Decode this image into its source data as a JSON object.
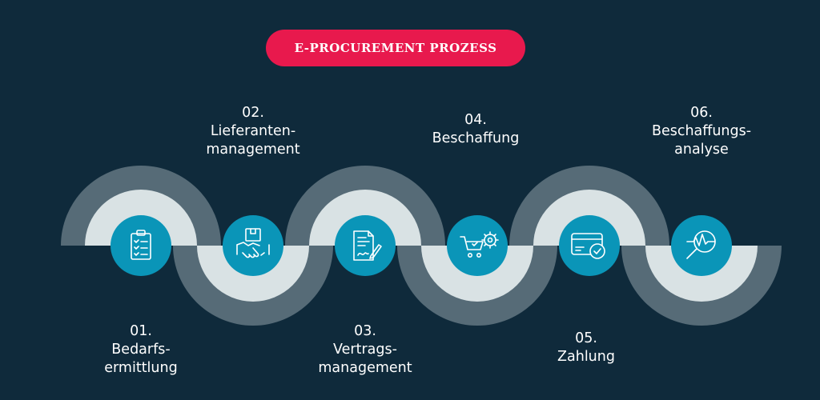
{
  "title": "E-PROCUREMENT PROZESS",
  "colors": {
    "background": "#0f2a3b",
    "accent": "#e8194d",
    "outer_ring": "#566b77",
    "inner_ring": "#d9e2e4",
    "icon_circle": "#0a95b8",
    "text": "#ffffff"
  },
  "steps": [
    {
      "number": "01.",
      "line1": "Bedarfs-",
      "line2": "ermittlung",
      "icon": "clipboard-checklist-icon"
    },
    {
      "number": "02.",
      "line1": "Lieferanten-",
      "line2": "management",
      "icon": "handshake-package-icon"
    },
    {
      "number": "03.",
      "line1": "Vertrags-",
      "line2": "management",
      "icon": "contract-signature-icon"
    },
    {
      "number": "04.",
      "line1": "Beschaffung",
      "line2": "",
      "icon": "cart-gear-icon"
    },
    {
      "number": "05.",
      "line1": "Zahlung",
      "line2": "",
      "icon": "credit-card-check-icon"
    },
    {
      "number": "06.",
      "line1": "Beschaffungs-",
      "line2": "analyse",
      "icon": "magnifier-analysis-icon"
    }
  ]
}
